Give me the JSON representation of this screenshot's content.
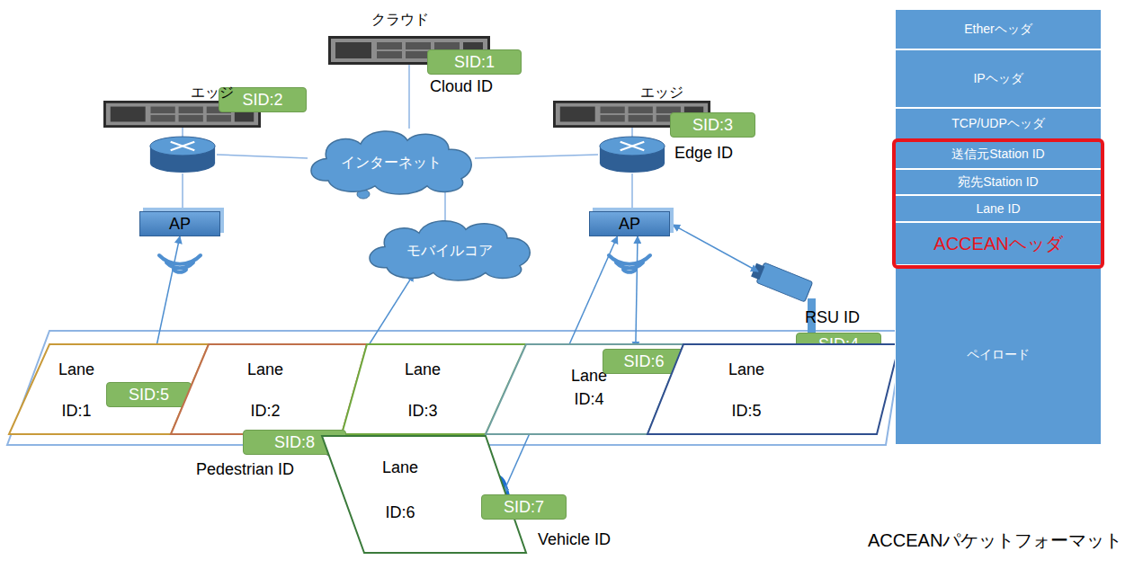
{
  "diagram": {
    "nodes": [
      {
        "text": [
          "SID:1"
        ]
      },
      {
        "text": [
          "SID:2"
        ]
      },
      {
        "text": [
          "インターネット"
        ]
      },
      {
        "text": [
          "SID:3"
        ]
      },
      {
        "text": [
          "AP"
        ]
      },
      {
        "text": [
          "モバイルコア"
        ]
      },
      {
        "text": [
          "AP"
        ]
      },
      {
        "text": [
          "SID:4"
        ]
      },
      {
        "text": [
          "Lane ID:1"
        ]
      },
      {
        "text": [
          "SID:5"
        ],
        "in": 8
      },
      {
        "text": [
          "Lane ID:2"
        ]
      },
      {
        "text": [
          "Lane ID:3"
        ]
      },
      {
        "text": [
          "Lane ID:4"
        ]
      },
      {
        "text": [
          "SID:6"
        ],
        "in": 12
      },
      {
        "text": [
          "Lane ID:5"
        ]
      },
      {
        "text": [
          "SID:8"
        ]
      },
      {
        "text": [
          "Lane ID:6"
        ]
      },
      {
        "text": [
          "SID:7"
        ]
      },
      {
        "text": [
          "Etherヘッダ"
        ]
      },
      {
        "text": [
          "IPヘッダ"
        ]
      },
      {
        "text": [
          "TCP/UDPヘッダ"
        ]
      },
      {
        "text": [
          "送信元Station ID"
        ]
      },
      {
        "text": [
          "宛先Station ID"
        ]
      },
      {
        "text": [
          "Lane ID"
        ]
      },
      {
        "text": [
          "ACCEANヘッダ"
        ]
      },
      {
        "text": [
          "ペイロード"
        ]
      }
    ],
    "edges": [
      {
        "from": 2,
        "to": 5,
        "arrow": "none"
      },
      {
        "from": 4,
        "to": 9,
        "arrow": "both"
      },
      {
        "from": 5,
        "to": 15,
        "arrow": "both"
      },
      {
        "from": 6,
        "to": 17,
        "arrow": "both"
      },
      {
        "from": 6,
        "to": 13,
        "arrow": "both"
      }
    ],
    "labels": [
      "クラウド",
      "Cloud ID",
      "エッジ",
      "エッジ",
      "Edge ID",
      "RSU ID",
      "Pedestrian ID",
      "Vehicle ID",
      "ACCEANパケットフォーマット"
    ]
  }
}
